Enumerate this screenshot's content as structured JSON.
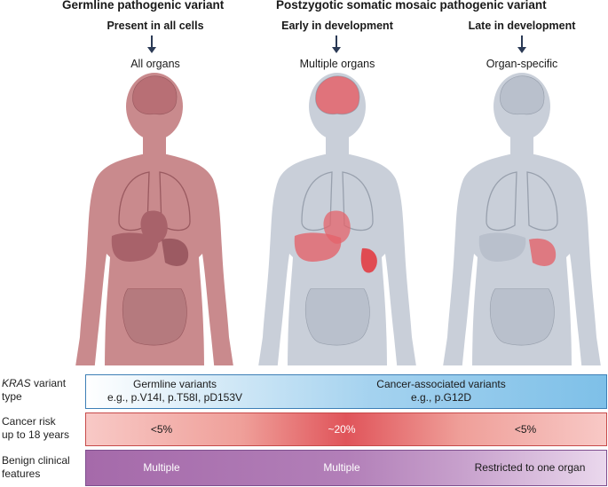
{
  "headers": {
    "germline": "Germline pathogenic variant",
    "mosaic": "Postzygotic somatic mosaic pathogenic variant"
  },
  "columns": [
    {
      "subtitle": "Present in all cells",
      "organs": "All organs"
    },
    {
      "subtitle": "Early in development",
      "organs": "Multiple organs"
    },
    {
      "subtitle": "Late in development",
      "organs": "Organ-specific"
    }
  ],
  "rows": {
    "variant_type": {
      "label_italic": "KRAS",
      "label_rest": " variant",
      "label_line2": "type",
      "germline_title": "Germline variants",
      "germline_examples": "e.g., p.V14I, p.T58I, pD153V",
      "cancer_title": "Cancer-associated variants",
      "cancer_examples": "e.g., p.G12D"
    },
    "cancer_risk": {
      "label_line1": "Cancer risk",
      "label_line2": "up to 18 years",
      "values": [
        "<5%",
        "~20%",
        "<5%"
      ]
    },
    "benign": {
      "label_line1": "Benign clinical",
      "label_line2": "features",
      "values": [
        "Multiple",
        "Multiple",
        "Restricted to one organ"
      ]
    }
  },
  "colors": {
    "body_germline": "#c98a8d",
    "body_mosaic": "#c9cfd9",
    "affected_organ": "#e4636a",
    "arrow": "#2b3a55"
  }
}
